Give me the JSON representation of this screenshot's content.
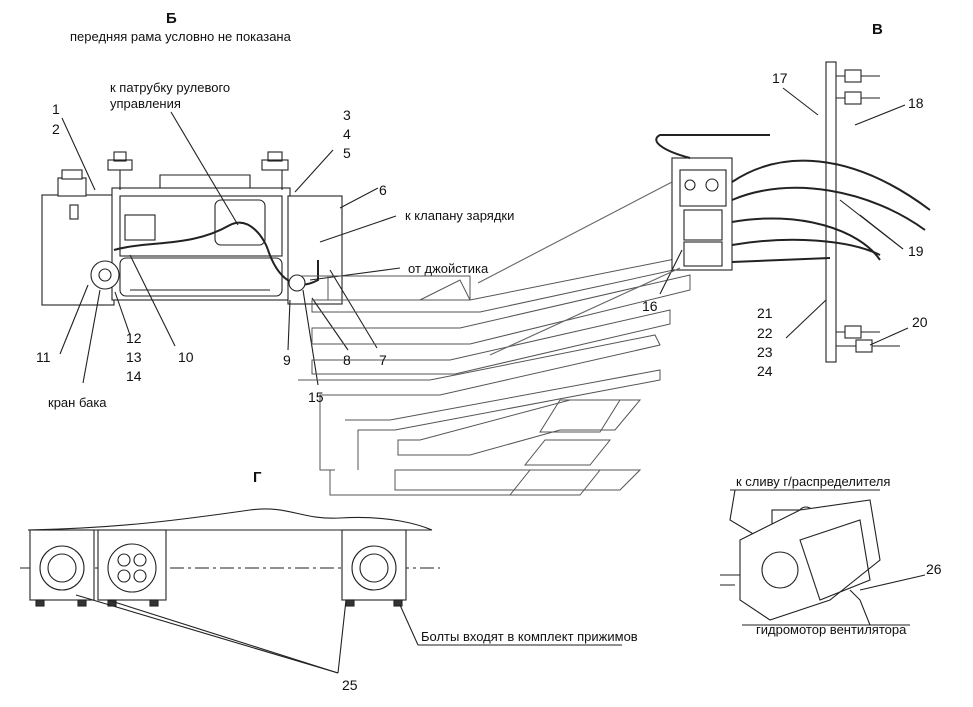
{
  "views": {
    "b": {
      "letter": "Б",
      "note": "передняя рама условно не показана"
    },
    "v": {
      "letter": "В"
    },
    "g": {
      "letter": "Г"
    }
  },
  "annotations": {
    "steering": "к патрубку рулевого управления",
    "charge_valve": "к клапану зарядки",
    "joystick": "от джойстика",
    "tank_tap": "кран бака",
    "drain": "к сливу г/распределителя",
    "fan_motor": "гидромотор вентилятора",
    "bolts": "Болты входят в комплект прижимов"
  },
  "callouts": {
    "n1": "1",
    "n2": "2",
    "n3": "3",
    "n4": "4",
    "n5": "5",
    "n6": "6",
    "n7": "7",
    "n8": "8",
    "n9": "9",
    "n10": "10",
    "n11": "11",
    "n12": "12",
    "n13": "13",
    "n14": "14",
    "n15": "15",
    "n16": "16",
    "n17": "17",
    "n18": "18",
    "n19": "19",
    "n20": "20",
    "n21": "21",
    "n22": "22",
    "n23": "23",
    "n24": "24",
    "n25": "25",
    "n26": "26"
  }
}
